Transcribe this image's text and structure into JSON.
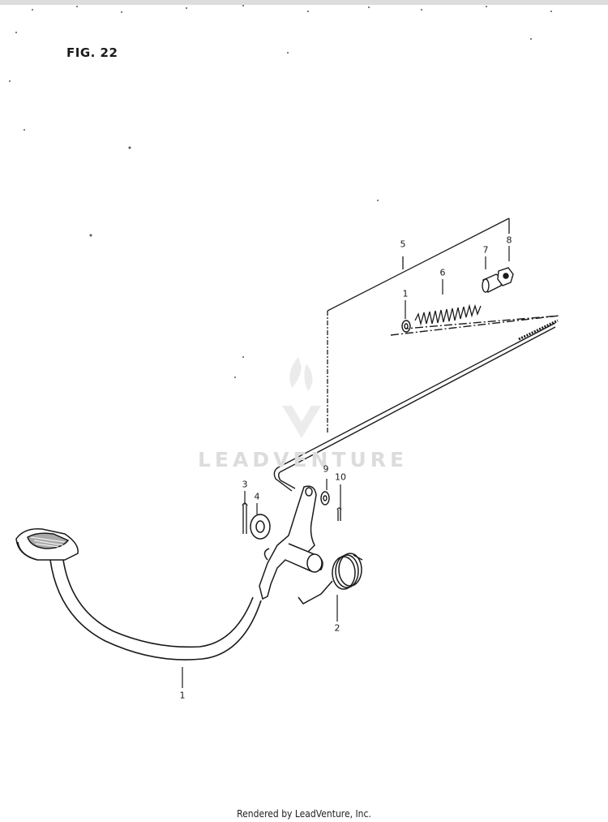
{
  "figure": {
    "title": "FIG. 22"
  },
  "callouts": [
    {
      "id": "5",
      "label": "5"
    },
    {
      "id": "6",
      "label": "6"
    },
    {
      "id": "7",
      "label": "7"
    },
    {
      "id": "8",
      "label": "8"
    },
    {
      "id": "1a",
      "label": "1"
    },
    {
      "id": "9",
      "label": "9"
    },
    {
      "id": "10",
      "label": "10"
    },
    {
      "id": "3",
      "label": "3"
    },
    {
      "id": "4",
      "label": "4"
    },
    {
      "id": "2",
      "label": "2"
    },
    {
      "id": "1b",
      "label": "1"
    }
  ],
  "watermark": {
    "text": "LEADVENTURE"
  },
  "footer": {
    "text": "Rendered by LeadVenture, Inc."
  },
  "colors": {
    "ink": "#1a1a1a",
    "watermark": "#dcdcdc"
  }
}
